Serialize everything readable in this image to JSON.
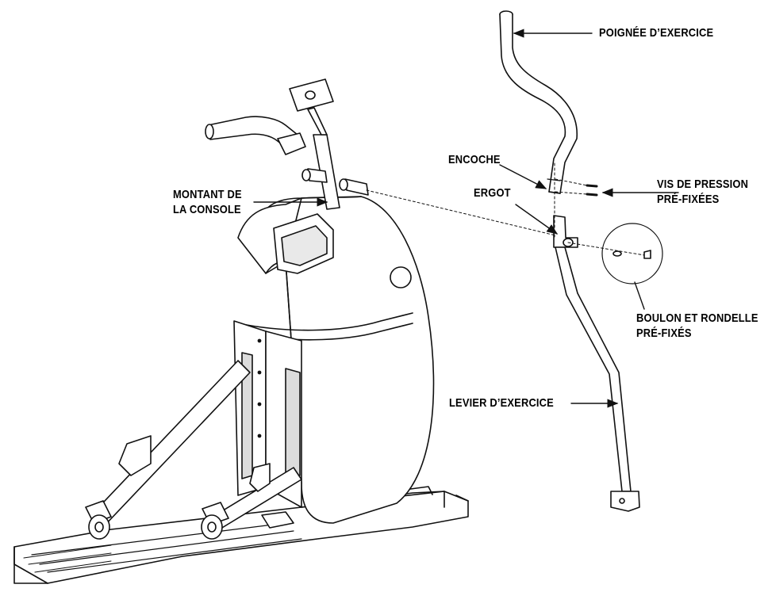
{
  "labels": {
    "handle": "POIGNÉE D’EXERCICE",
    "notch": "ENCOCHE",
    "set_screws_line1": "VIS DE PRESSION",
    "set_screws_line2": "PRÉ-FIXÉES",
    "tab": "ERGOT",
    "console_mast_line1": "MONTANT DE",
    "console_mast_line2": "LA CONSOLE",
    "bolt_washer_line1": "BOULON ET RONDELLE",
    "bolt_washer_line2": "PRÉ-FIXÉS",
    "exercise_arm": "LEVIER D’EXERCICE"
  },
  "colors": {
    "line": "#111111",
    "fill": "#ffffff",
    "shade": "#d9d9d9"
  }
}
